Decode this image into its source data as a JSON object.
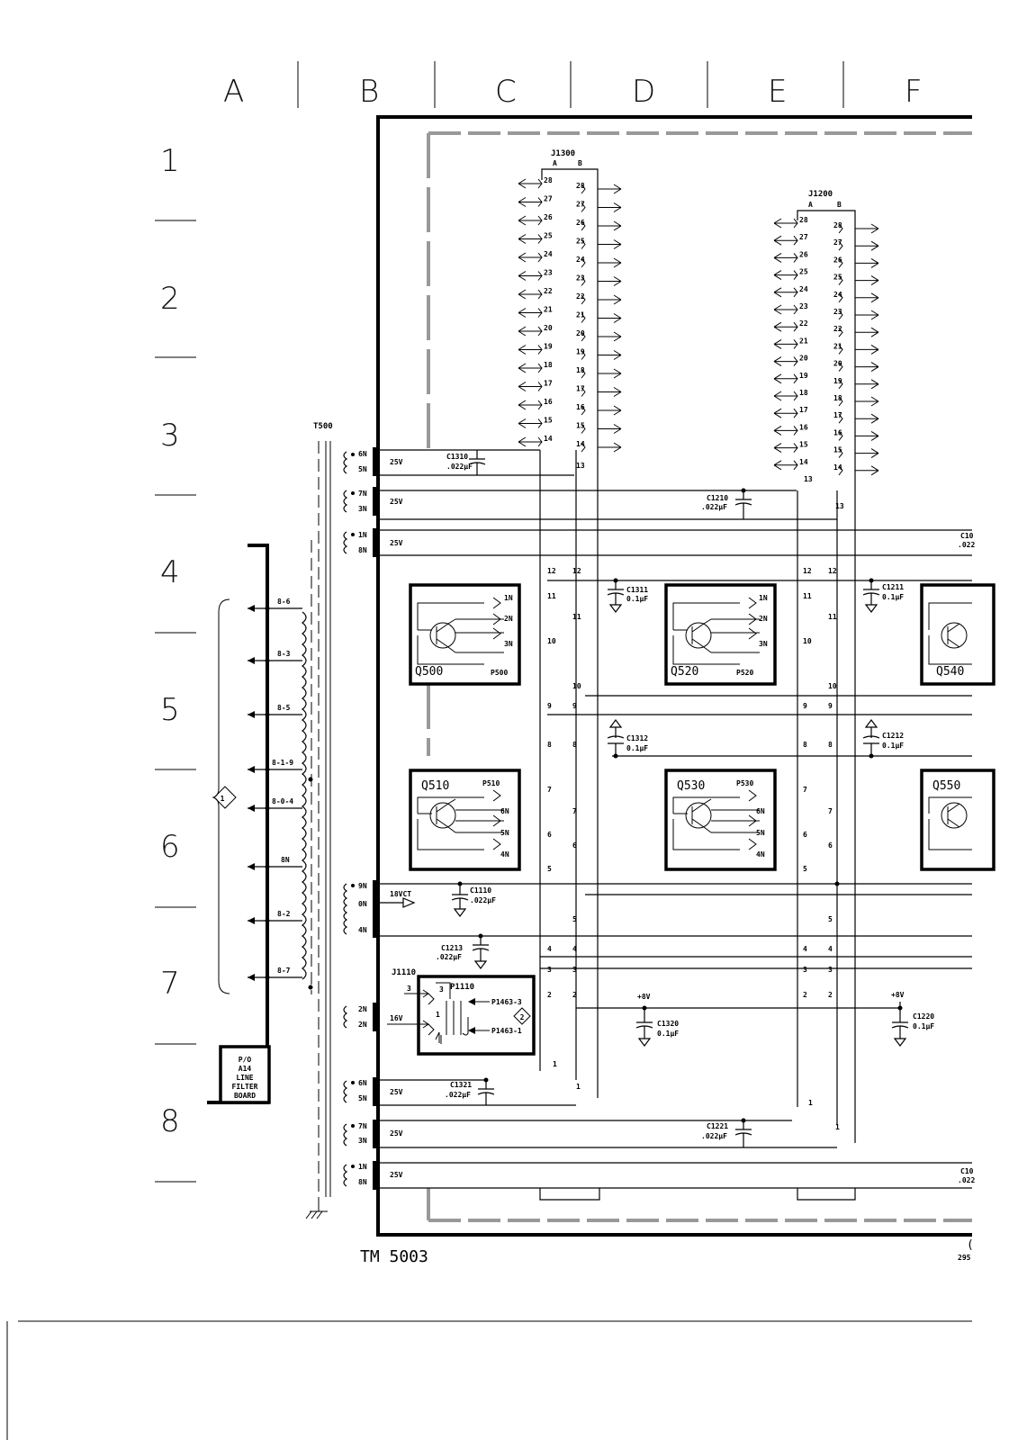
{
  "grid": {
    "columns": [
      "A",
      "B",
      "C",
      "D",
      "E",
      "F"
    ],
    "rows": [
      "1",
      "2",
      "3",
      "4",
      "5",
      "6",
      "7",
      "8"
    ]
  },
  "transformer": {
    "ref": "T500"
  },
  "footer": {
    "model": "TM 5003",
    "partial_ref": "(",
    "partial_num": "295"
  },
  "filter_board": {
    "line1": "P/O",
    "line2": "A14",
    "line3": "LINE",
    "line4": "FILTER",
    "line5": "BOARD"
  },
  "connectors": {
    "j1300": {
      "ref": "J1300",
      "colA": "A",
      "colB": "B"
    },
    "j1200": {
      "ref": "J1200",
      "colA": "A",
      "colB": "B"
    },
    "j1110": {
      "ref": "J1110"
    },
    "p1110": {
      "ref": "P1110"
    },
    "p1463_3": "P1463-3",
    "p1463_1": "P1463-1",
    "pin3": "3",
    "pin1": "1"
  },
  "transistors": {
    "q500": "Q500",
    "p500": "P500",
    "q520": "Q520",
    "p520": "P520",
    "q540": "Q540",
    "q510": "Q510",
    "p510": "P510",
    "q530": "Q530",
    "p530": "P530",
    "q550": "Q550",
    "pins_top": [
      "1N",
      "2N",
      "3N"
    ],
    "pins_bot": [
      "6N",
      "5N",
      "4N"
    ]
  },
  "capacitors": {
    "c1310": {
      "ref": "C1310",
      "val": ".022µF"
    },
    "c1210": {
      "ref": "C1210",
      "val": ".022µF"
    },
    "c10x": {
      "ref": "C10",
      "val": ".022"
    },
    "c1311": {
      "ref": "C1311",
      "val": "0.1µF"
    },
    "c1211": {
      "ref": "C1211",
      "val": "0.1µF"
    },
    "c1312": {
      "ref": "C1312",
      "val": "0.1µF"
    },
    "c1212": {
      "ref": "C1212",
      "val": "0.1µF"
    },
    "c1110": {
      "ref": "C1110",
      "val": ".022µF"
    },
    "c1213": {
      "ref": "C1213",
      "val": ".022µF"
    },
    "c1320": {
      "ref": "C1320",
      "val": "0.1µF"
    },
    "c1220": {
      "ref": "C1220",
      "val": "0.1µF"
    },
    "c1321": {
      "ref": "C1321",
      "val": ".022µF"
    },
    "c1221": {
      "ref": "C1221",
      "val": ".022µF"
    },
    "c10y": {
      "ref": "C10",
      "val": ".022"
    }
  },
  "voltages": {
    "v25": "25V",
    "v18": "18VCT",
    "v16": "16V",
    "p8v": "+8V"
  },
  "windings": {
    "w1": [
      "6N",
      "5N"
    ],
    "w2": [
      "7N",
      "3N"
    ],
    "w3": [
      "1N",
      "8N"
    ],
    "w4": [
      "9N",
      "0N",
      "4N"
    ],
    "w5": [
      "2N",
      "2N"
    ],
    "w6": [
      "6N",
      "5N"
    ],
    "w7": [
      "7N",
      "3N"
    ],
    "w8": [
      "1N",
      "8N"
    ]
  },
  "taps": [
    "8-6",
    "8-3",
    "8-5",
    "8-1-9",
    "8-0-4",
    "8N",
    "8-2",
    "8-7"
  ],
  "callouts": {
    "one": "1",
    "two": "2"
  },
  "pins_low": [
    "1",
    "2",
    "3",
    "4",
    "5",
    "6",
    "7",
    "8",
    "9",
    "10",
    "11",
    "12",
    "13"
  ]
}
